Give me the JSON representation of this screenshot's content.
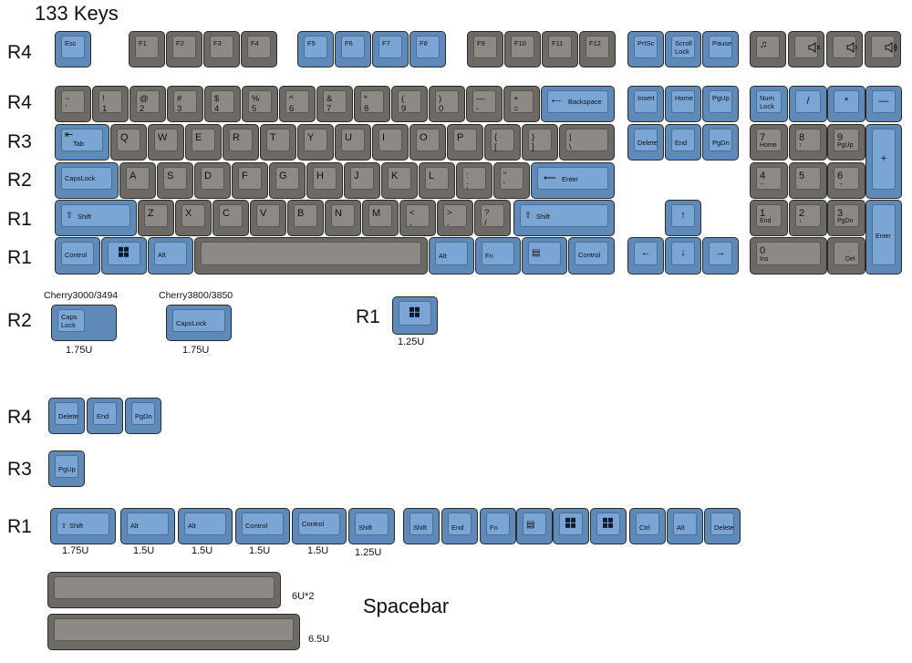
{
  "title": "133 Keys",
  "row_labels": [
    "R4",
    "R4",
    "R3",
    "R2",
    "R1",
    "R1",
    "R2",
    "R1",
    "R4",
    "R3",
    "R1"
  ],
  "icons": {
    "windows": "windows-logo-icon",
    "menu": "menu-icon",
    "arrow-left": "arrow-left-icon",
    "arrow-up": "arrow-up-icon",
    "arrow-down": "arrow-down-icon",
    "arrow-right": "arrow-right-icon",
    "shift": "shift-arrow-icon",
    "tab": "tab-icon",
    "backspace": "backspace-arrow-icon",
    "enter": "enter-arrow-icon",
    "music": "music-note-icon",
    "mute": "speaker-mute-icon",
    "vol-down": "speaker-low-icon",
    "vol-up": "speaker-high-icon"
  },
  "colors": {
    "accent": "#7aa5d5",
    "base": "#8d8a86"
  },
  "keys": {
    "esc": "Esc",
    "f1": "F1",
    "f2": "F2",
    "f3": "F3",
    "f4": "F4",
    "f5": "F5",
    "f6": "F6",
    "f7": "F7",
    "f8": "F8",
    "f9": "F9",
    "f10": "F10",
    "f11": "F11",
    "f12": "F12",
    "prtsc": "PrtSc",
    "scrolllock": "Scroll\nLock",
    "pause": "Pause",
    "tilde": "~\n`",
    "k1": "!\n1",
    "k2": "@\n2",
    "k3": "#\n3",
    "k4": "$\n4",
    "k5": "%\n5",
    "k6": "^\n6",
    "k7": "&\n7",
    "k8": "*\n8",
    "k9": "(\n9",
    "k0": ")\n0",
    "minus": "—\n-",
    "equal": "+\n=",
    "backspace": "Backspace",
    "insert": "Insert",
    "home": "Home",
    "pgup": "PgUp",
    "numlock": "Num\nLock",
    "slash": "/",
    "star": "*",
    "numminus": "—",
    "tab": "Tab",
    "q": "Q",
    "w": "W",
    "e": "E",
    "r": "R",
    "t": "T",
    "y": "Y",
    "u": "U",
    "i": "I",
    "o": "O",
    "p": "P",
    "lbracket": "{\n[",
    "rbracket": "}\n]",
    "backslash": "|\n\\",
    "delete": "Delete",
    "end": "End",
    "pgdn": "PgDn",
    "n7": "7",
    "n7s": "Home",
    "n8": "8",
    "n9": "9",
    "n9s": "PgUp",
    "plus": "+",
    "capslock": "CapsLock",
    "a": "A",
    "s": "S",
    "d": "D",
    "f": "F",
    "g": "G",
    "h": "H",
    "j": "J",
    "k": "K",
    "l": "L",
    "semicolon": ":\n;",
    "quote": "\"\n'",
    "enter": "Enter",
    "n4": "4",
    "n5": "5",
    "n6": "6",
    "shift": "Shift",
    "z": "Z",
    "x": "X",
    "c": "C",
    "v": "V",
    "b": "B",
    "n": "N",
    "m": "M",
    "comma": "<\n,",
    "period": ">\n.",
    "question": "?\n/",
    "rshift": "Shift",
    "n1": "1",
    "n1s": "End",
    "n2": "2",
    "n3": "3",
    "n3s": "PgDn",
    "numenter": "Enter",
    "control": "Control",
    "alt": "Alt",
    "ralt": "Alt",
    "fn": "Fn",
    "rcontrol": "Control",
    "n0": "0",
    "n0s": "Ins",
    "ndot": ".",
    "ndots": "Del",
    "caps_lock_small": "Caps\nLock",
    "capslock2": "CapsLock",
    "delete2": "Delete",
    "end2": "End",
    "pgdn2": "PgDn",
    "pgup2": "PgUp",
    "e_shift": "Shift",
    "e_alt1": "Alt",
    "e_alt2": "Alt",
    "e_ctrl1": "Control",
    "e_ctrl2": "Control",
    "e_shift2": "Shift",
    "e_shift3": "Shift",
    "e_end": "End",
    "e_fn": "Fn",
    "e_ctrl3": "Ctrl",
    "e_alt3": "Alt",
    "e_delete": "Delete"
  },
  "notes": {
    "cherry1": "Cherry3000/3494",
    "cherry2": "Cherry3800/3850",
    "u175a": "1.75U",
    "u175b": "1.75U",
    "u125": "1.25U",
    "e_u175": "1.75U",
    "e_u15a": "1.5U",
    "e_u15b": "1.5U",
    "e_u15c": "1.5U",
    "e_u15d": "1.5U",
    "e_u125": "1.25U",
    "sp1": "6U*2",
    "sp2": "6.5U",
    "spacebar": "Spacebar"
  }
}
